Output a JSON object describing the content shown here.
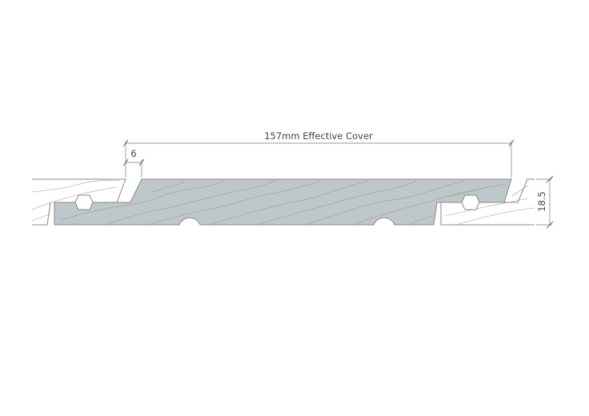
{
  "dimensions": {
    "effective_cover": "157mm Effective Cover",
    "lip": "6",
    "thickness": "18.5"
  },
  "colors": {
    "board_fill": "#bec7c9",
    "adjacent_board_fill": "#ffffff",
    "line": "#888888"
  }
}
